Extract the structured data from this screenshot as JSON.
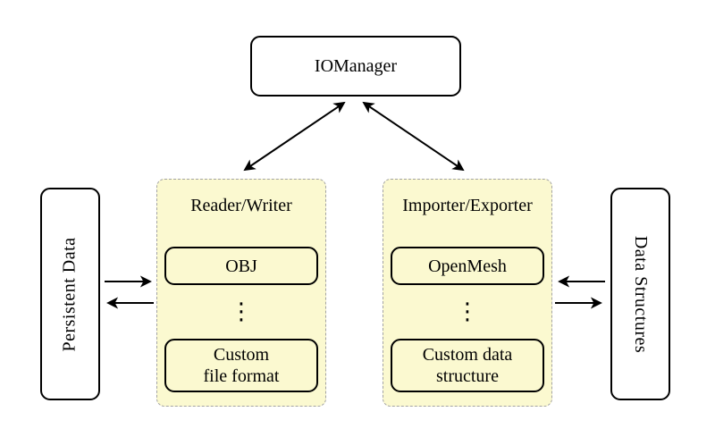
{
  "nodes": {
    "iomanager": {
      "label": "IOManager"
    },
    "persistent_data": {
      "label": "Persistent Data"
    },
    "data_structures": {
      "label": "Data Structures"
    },
    "reader_writer": {
      "title": "Reader/Writer",
      "items": {
        "top": {
          "label": "OBJ"
        },
        "ellipsis": "⋮",
        "bottom": {
          "line1": "Custom",
          "line2": "file format"
        }
      }
    },
    "importer_exporter": {
      "title": "Importer/Exporter",
      "items": {
        "top": {
          "label": "OpenMesh"
        },
        "ellipsis": "⋮",
        "bottom": {
          "line1": "Custom data",
          "line2": "structure"
        }
      }
    }
  },
  "connections": [
    {
      "from": "IOManager",
      "to": "Reader/Writer",
      "type": "bidirectional"
    },
    {
      "from": "IOManager",
      "to": "Importer/Exporter",
      "type": "bidirectional"
    },
    {
      "from": "Persistent Data",
      "to": "Reader/Writer",
      "type": "one-way"
    },
    {
      "from": "Reader/Writer",
      "to": "Persistent Data",
      "type": "one-way"
    },
    {
      "from": "Data Structures",
      "to": "Importer/Exporter",
      "type": "one-way"
    },
    {
      "from": "Importer/Exporter",
      "to": "Data Structures",
      "type": "one-way"
    }
  ],
  "colors": {
    "background": "#ffffff",
    "group_fill": "#fbf9d0",
    "group_border": "#a3a3a3",
    "node_fill": "#ffffff",
    "stroke": "#000000"
  }
}
